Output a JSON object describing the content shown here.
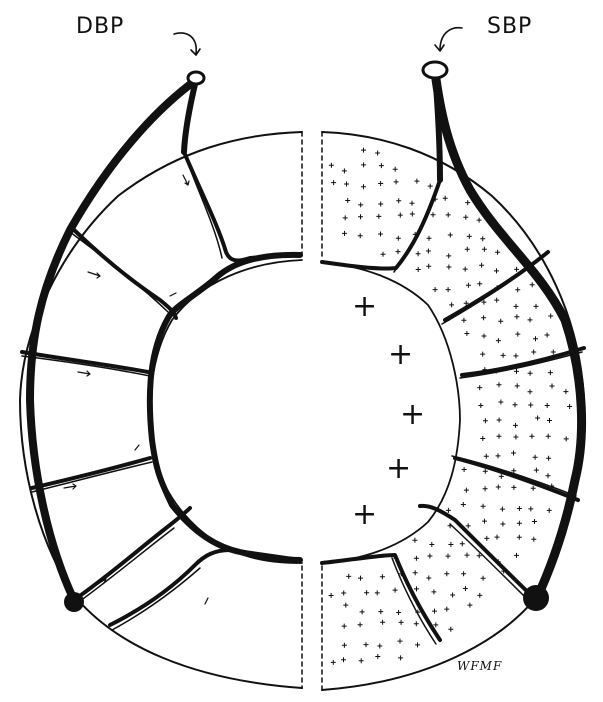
{
  "labels": {
    "left": "DBP",
    "right": "SBP",
    "signature": "WFMF"
  },
  "figure": {
    "ink_color": "#111111",
    "background": "#ffffff",
    "plus_sign": "+"
  }
}
